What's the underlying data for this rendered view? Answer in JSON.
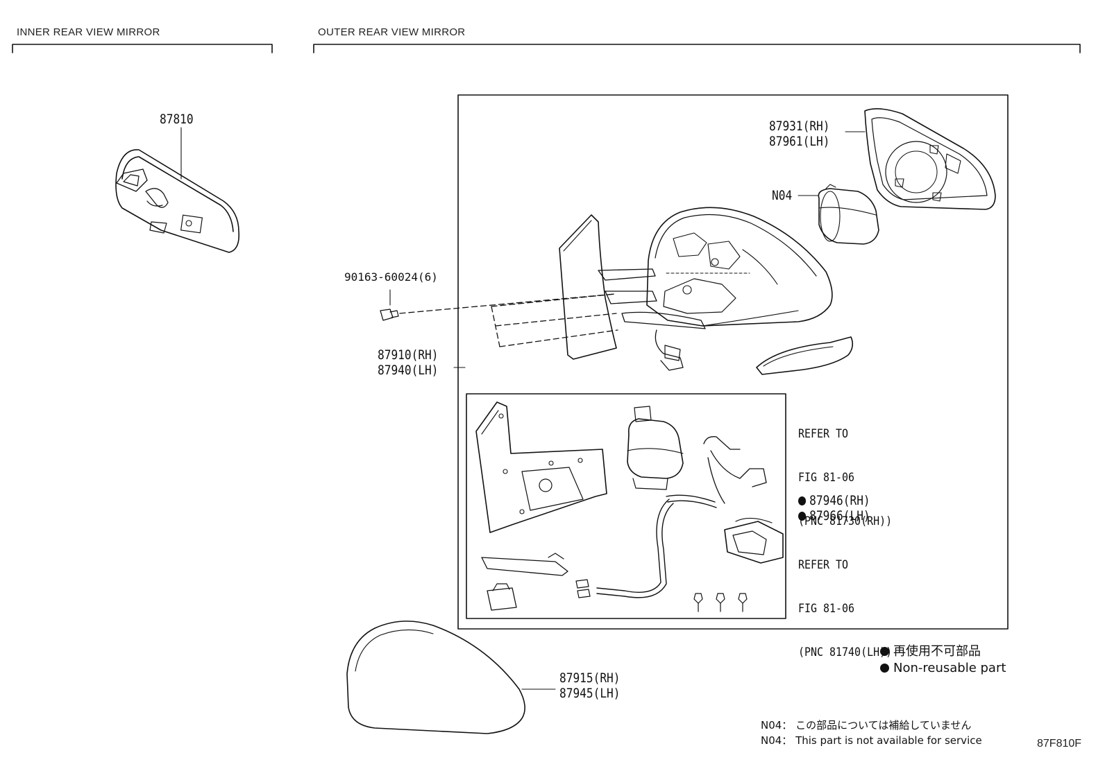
{
  "sections": {
    "inner": "INNER REAR VIEW MIRROR",
    "outer": "OUTER REAR VIEW MIRROR"
  },
  "parts": {
    "p87810": "87810",
    "p87931": "87931(RH)",
    "p87961": "87961(LH)",
    "n04": "N04",
    "bolt": "90163-60024(6)",
    "p87910": "87910(RH)",
    "p87940": "87940(LH)",
    "p87946": "87946(RH)",
    "p87966": "87966(LH)",
    "p87915": "87915(RH)",
    "p87945": "87945(LH)"
  },
  "refer": {
    "r1_line1": "REFER TO",
    "r1_line2": "FIG 81-06",
    "r1_line3": "(PNC 81730(RH))",
    "r2_line1": "REFER TO",
    "r2_line2": "FIG 81-06",
    "r2_line3": "(PNC 81740(LH))"
  },
  "legend": {
    "jp": "再使用不可部品",
    "en": "Non-reusable part"
  },
  "notes": {
    "jp": "N04： この部品については補給していません",
    "en": "N04： This part is not available for service"
  },
  "figure_id": "87F810F"
}
